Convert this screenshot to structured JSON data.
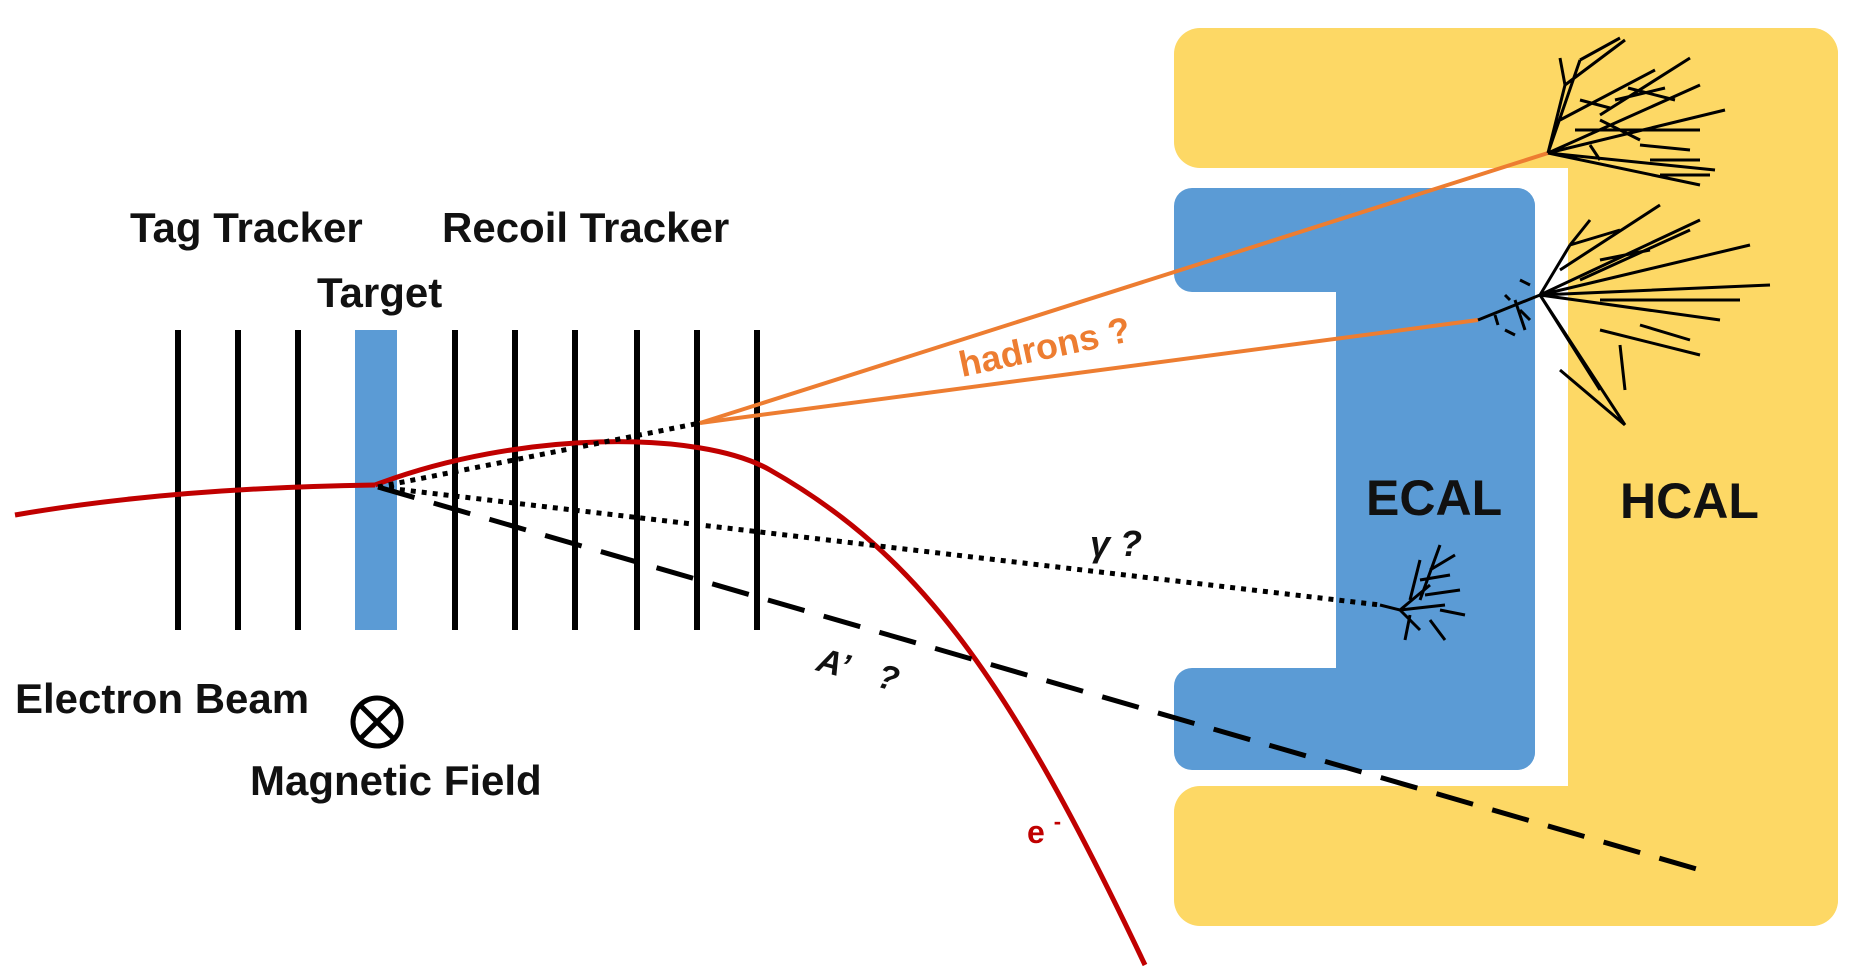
{
  "labels": {
    "tag_tracker": "Tag Tracker",
    "recoil_tracker": "Recoil Tracker",
    "target": "Target",
    "electron_beam": "Electron Beam",
    "magnetic_field": "Magnetic Field",
    "ecal": "ECAL",
    "hcal": "HCAL",
    "hadrons": "hadrons ?",
    "photon": "γ ?",
    "aprime_symbol": "A’",
    "aprime_q": "?",
    "electron": "e",
    "electron_sup": "-"
  },
  "colors": {
    "ecal_blue": "#5b9bd5",
    "hcal_yellow": "#fdd865",
    "electron_red": "#c00000",
    "hadron_orange": "#ed7d31",
    "stroke_black": "#000000"
  },
  "icons": {
    "magnetic_field": "circled-times-icon"
  }
}
